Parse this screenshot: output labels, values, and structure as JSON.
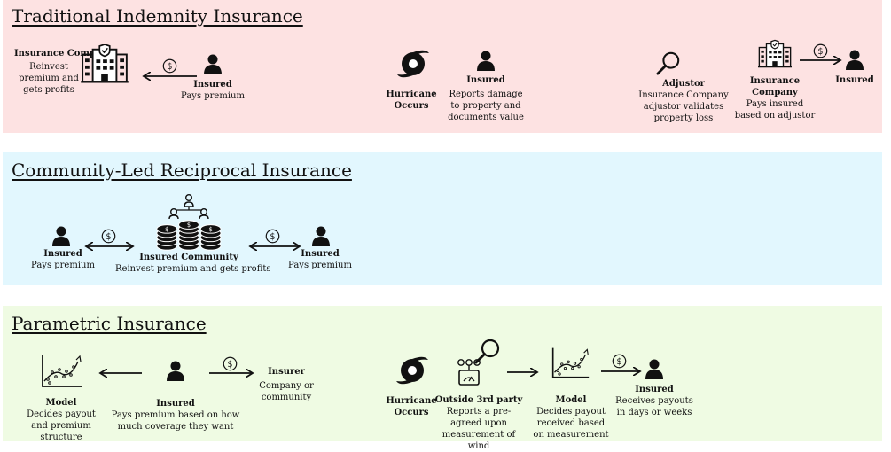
{
  "sections": {
    "traditional": {
      "title": "Traditional Indemnity Insurance",
      "company": {
        "name": "Insurance Company",
        "desc": "Reinvest premium and gets profits"
      },
      "insured": {
        "name": "Insured",
        "desc": "Pays premium"
      },
      "hurricane": {
        "name": "Hurricane Occurs"
      },
      "insured_report": {
        "name": "Insured",
        "desc": "Reports damage to property and documents value"
      },
      "adjustor": {
        "name": "Adjustor",
        "desc": "Insurance Company adjustor validates property loss"
      },
      "company_pays": {
        "name": "Insurance Company",
        "desc": "Pays insured based on adjustor"
      },
      "insured_final": {
        "name": "Insured"
      }
    },
    "community": {
      "title": "Community-Led Reciprocal Insurance",
      "insured_left": {
        "name": "Insured",
        "desc": "Pays premium"
      },
      "community": {
        "name": "Insured Community",
        "desc": "Reinvest premium and gets profits"
      },
      "insured_right": {
        "name": "Insured",
        "desc": "Pays premium"
      }
    },
    "parametric": {
      "title": "Parametric Insurance",
      "model": {
        "name": "Model",
        "desc": "Decides payout and premium structure"
      },
      "insured": {
        "name": "Insured",
        "desc": "Pays premium based on how much coverage they want"
      },
      "insurer": {
        "name": "Insurer",
        "desc": "Company or community"
      },
      "hurricane": {
        "name": "Hurricane Occurs"
      },
      "third_party": {
        "name": "Outside 3rd party",
        "desc": "Reports a pre-agreed upon measurement of wind"
      },
      "model_payout": {
        "name": "Model",
        "desc": "Decides payout received based on measurement"
      },
      "insured_payout": {
        "name": "Insured",
        "desc": "Receives payouts in days or weeks"
      }
    }
  },
  "money_symbol": "$",
  "colors": {
    "traditional_bg": "#fde2e2",
    "community_bg": "#e2f7fe",
    "parametric_bg": "#effbe3"
  }
}
